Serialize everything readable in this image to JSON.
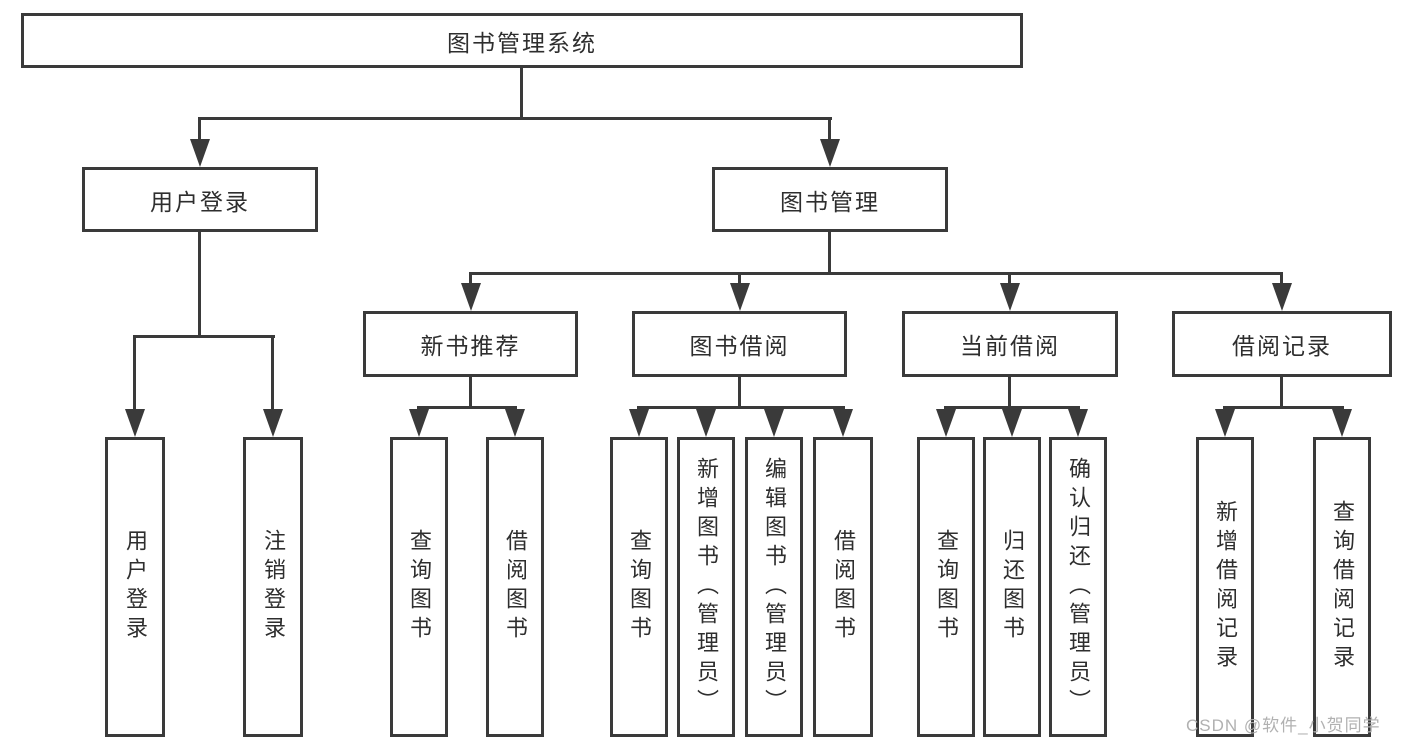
{
  "diagram": {
    "root": {
      "label": "图书管理系统"
    },
    "level2": [
      {
        "label": "用户登录"
      },
      {
        "label": "图书管理"
      }
    ],
    "level3": [
      {
        "label": "新书推荐"
      },
      {
        "label": "图书借阅"
      },
      {
        "label": "当前借阅"
      },
      {
        "label": "借阅记录"
      }
    ],
    "leaves": [
      {
        "label": "用户登录"
      },
      {
        "label": "注销登录"
      },
      {
        "label": "查询图书"
      },
      {
        "label": "借阅图书"
      },
      {
        "label": "查询图书"
      },
      {
        "label": "新增图书（管理员）"
      },
      {
        "label": "编辑图书（管理员）"
      },
      {
        "label": "借阅图书"
      },
      {
        "label": "查询图书"
      },
      {
        "label": "归还图书"
      },
      {
        "label": "确认归还（管理员）"
      },
      {
        "label": "新增借阅记录"
      },
      {
        "label": "查询借阅记录"
      }
    ]
  },
  "watermark": {
    "text": "CSDN @软件_小贺同学"
  },
  "colors": {
    "line": "#3a3a3a",
    "text": "#2e2e2e",
    "watermark": "#b1b1b1",
    "background": "#ffffff"
  }
}
